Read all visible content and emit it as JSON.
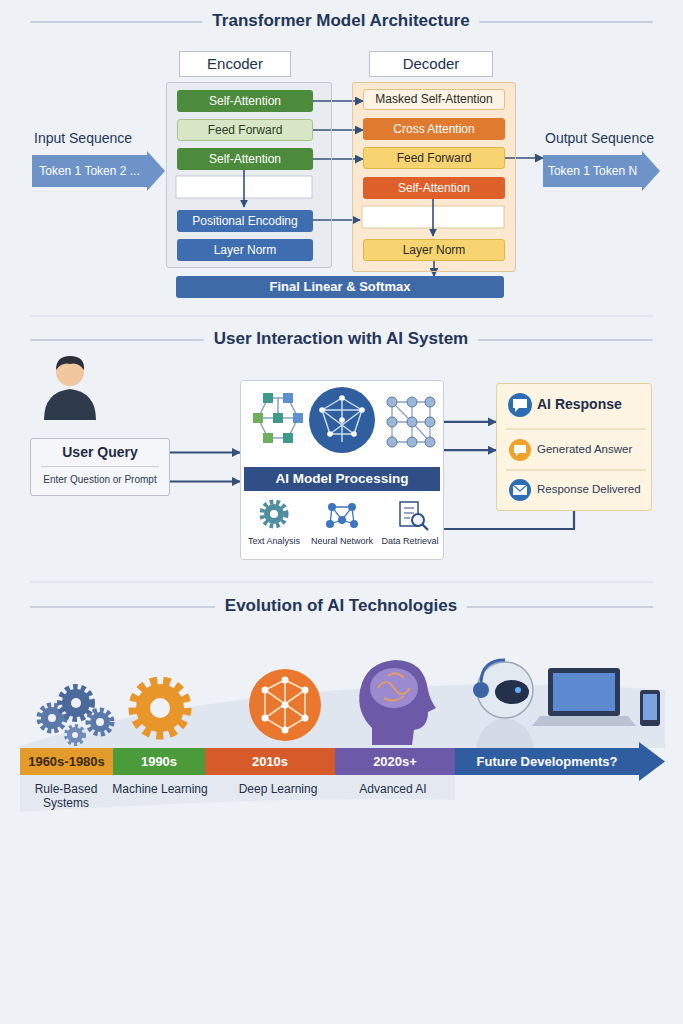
{
  "diagram": {
    "nodes": [
      {
        "text": [
          "Input Sequence",
          "Token 1 Token 2 ..."
        ]
      },
      {
        "text": [
          "Encoder"
        ]
      },
      {
        "text": [
          "Decoder"
        ]
      },
      {
        "text": [
          "Self-Attention"
        ],
        "in": 1
      },
      {
        "text": [
          "Feed Forward"
        ],
        "in": 1
      },
      {
        "text": [
          "Self-Attention"
        ],
        "in": 1
      },
      {
        "text": [
          "Positional Encoding"
        ],
        "in": 1
      },
      {
        "text": [
          "Layer Norm"
        ],
        "in": 1
      },
      {
        "text": [
          "Masked Self-Attention"
        ],
        "in": 2
      },
      {
        "text": [
          "Cross Attention"
        ],
        "in": 2
      },
      {
        "text": [
          "Feed Forward"
        ],
        "in": 2
      },
      {
        "text": [
          "Self-Attention"
        ],
        "in": 2
      },
      {
        "text": [
          "Layer Norm"
        ],
        "in": 2
      },
      {
        "text": [
          "Output Sequence",
          "Token 1 Token N"
        ]
      },
      {
        "text": [
          "Final Linear & Softmax"
        ]
      },
      {
        "text": [
          "User Query",
          "Enter Question or Prompt"
        ]
      },
      {
        "text": [
          "AI Model Processing"
        ]
      },
      {
        "text": [
          "AI Response",
          "Generated Answer",
          "Response Delivered"
        ]
      },
      {
        "text": [
          "1960s-1980s"
        ]
      },
      {
        "text": [
          "1990s"
        ]
      },
      {
        "text": [
          "2010s"
        ]
      },
      {
        "text": [
          "2020s+"
        ]
      },
      {
        "text": [
          "Future Developments?"
        ]
      }
    ],
    "edges": [
      {
        "from": 3,
        "to": 8,
        "arrow": "to"
      },
      {
        "from": 4,
        "to": 9,
        "arrow": "to"
      },
      {
        "from": 5,
        "to": 10,
        "arrow": "to"
      },
      {
        "from": 10,
        "to": 13,
        "arrow": "to"
      },
      {
        "from": 12,
        "to": 14,
        "arrow": "to"
      },
      {
        "from": 15,
        "to": 16,
        "arrow": "to"
      },
      {
        "from": 15,
        "to": 16,
        "arrow": "to"
      },
      {
        "from": 16,
        "to": 17,
        "arrow": "to"
      },
      {
        "from": 16,
        "to": 17,
        "arrow": "to"
      },
      {
        "from": 17,
        "to": 16,
        "arrow": "none"
      }
    ],
    "labels": [
      "Transformer Model Architecture",
      "User Interaction with AI System",
      "Evolution of AI Technologies",
      "Text Analysis",
      "Neural Network",
      "Data Retrieval",
      "Rule-Based Systems",
      "Machine Learning",
      "Deep Learning",
      "Advanced AI"
    ]
  }
}
